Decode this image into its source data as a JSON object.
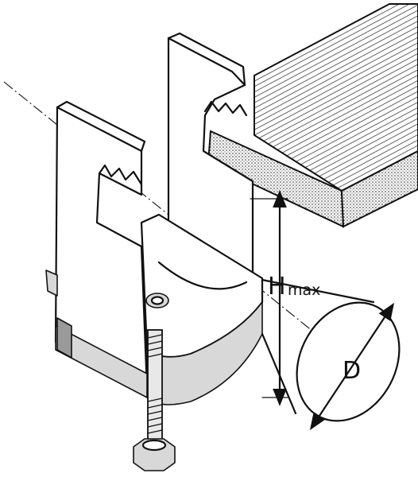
{
  "figure": {
    "labels": {
      "height": "H",
      "height_subscript": "max",
      "diameter": "D"
    }
  }
}
